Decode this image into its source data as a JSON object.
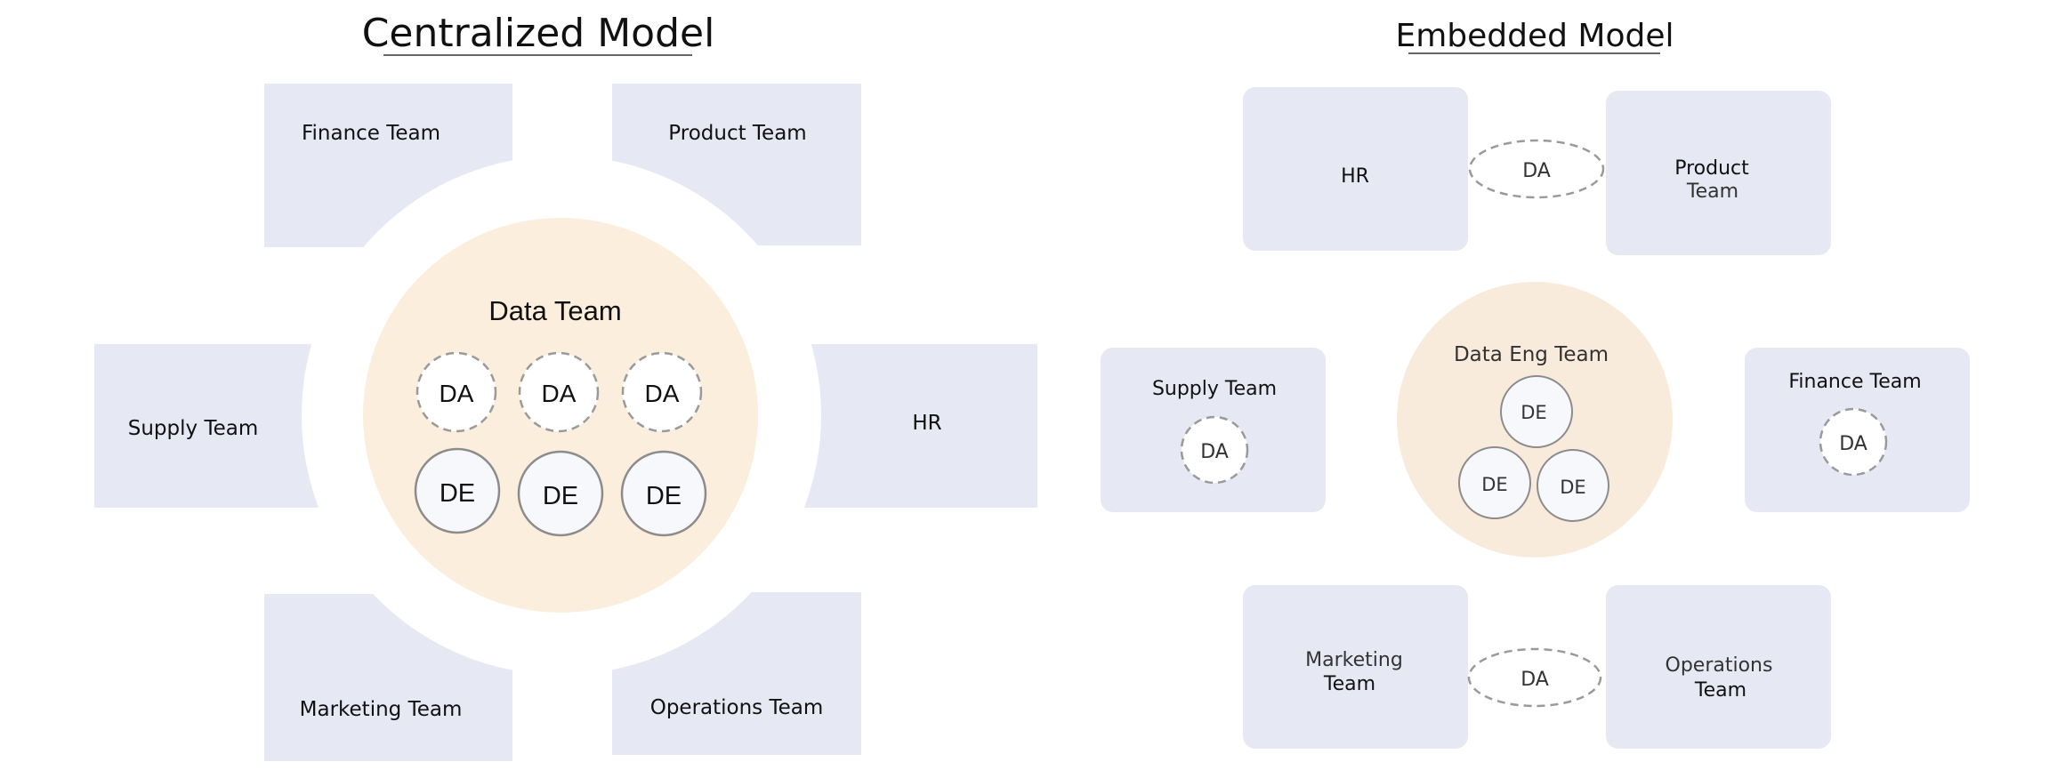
{
  "colors": {
    "team_box": "#e6e8f4",
    "data_team": "#fbeedd",
    "data_eng_team": "#f9ebdc",
    "node_fill": "#f7f8fc",
    "da_border": "#9a9a9a",
    "de_border": "#8c8c8c"
  },
  "centralized": {
    "title": "Centralized Model",
    "teams": {
      "finance": "Finance Team",
      "product": "Product Team",
      "supply": "Supply Team",
      "hr": "HR",
      "marketing": "Marketing Team",
      "operations": "Operations Team"
    },
    "data_team": {
      "label": "Data Team",
      "da": [
        "DA",
        "DA",
        "DA"
      ],
      "de": [
        "DE",
        "DE",
        "DE"
      ]
    }
  },
  "embedded": {
    "title": "Embedded Model",
    "hr": "HR",
    "product": [
      "Product",
      "Team"
    ],
    "supply": "Supply Team",
    "finance": "Finance Team",
    "marketing": [
      "Marketing",
      "Team"
    ],
    "operations": [
      "Operations",
      "Team"
    ],
    "data_eng_team": {
      "label": "Data Eng Team",
      "de": [
        "DE",
        "DE",
        "DE"
      ]
    },
    "da_top": "DA",
    "da_supply": "DA",
    "da_finance": "DA",
    "da_bottom": "DA"
  }
}
